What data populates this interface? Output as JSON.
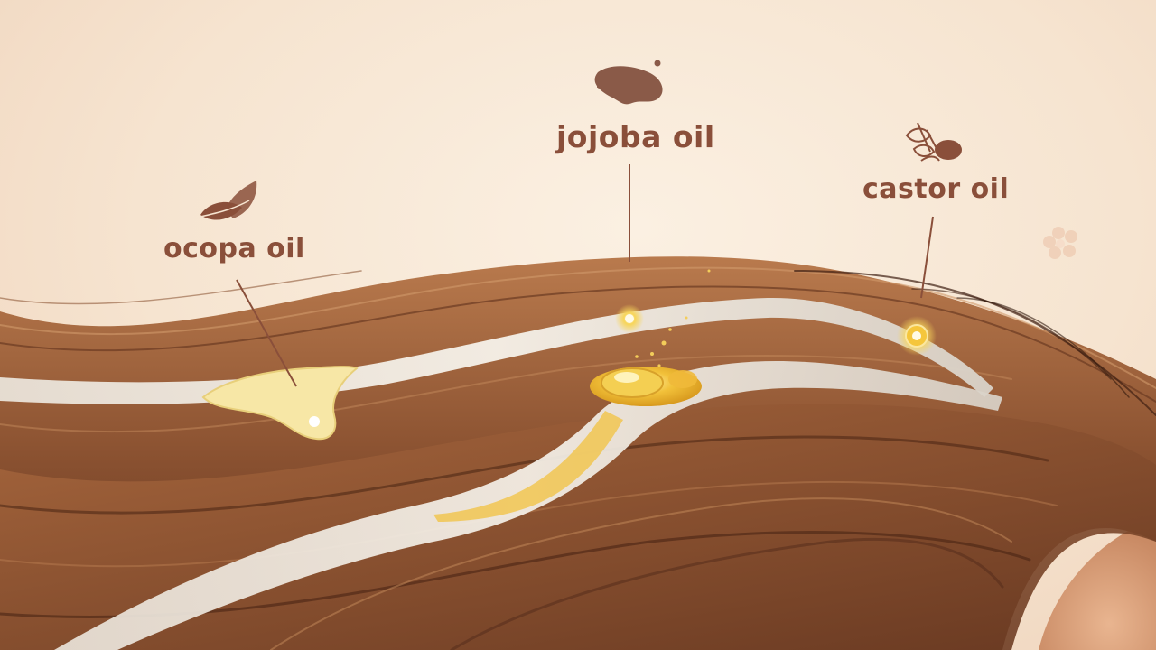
{
  "labels": {
    "ocopa": "ocopa oil",
    "jojoba": "jojoba oil",
    "castor": "castor oil"
  },
  "icons": {
    "ocopa": "leaf-icon",
    "jojoba": "seed-drop-icon",
    "castor": "castor-plant-icon",
    "decor": "flower-icon"
  },
  "colors": {
    "label_text": "#8a4f3a",
    "hair_dark": "#5a2f1c",
    "hair_mid": "#8b5231",
    "hair_light": "#b77a4c",
    "oil_gold": "#f0c23a",
    "oil_pale": "#f7e7a6"
  }
}
